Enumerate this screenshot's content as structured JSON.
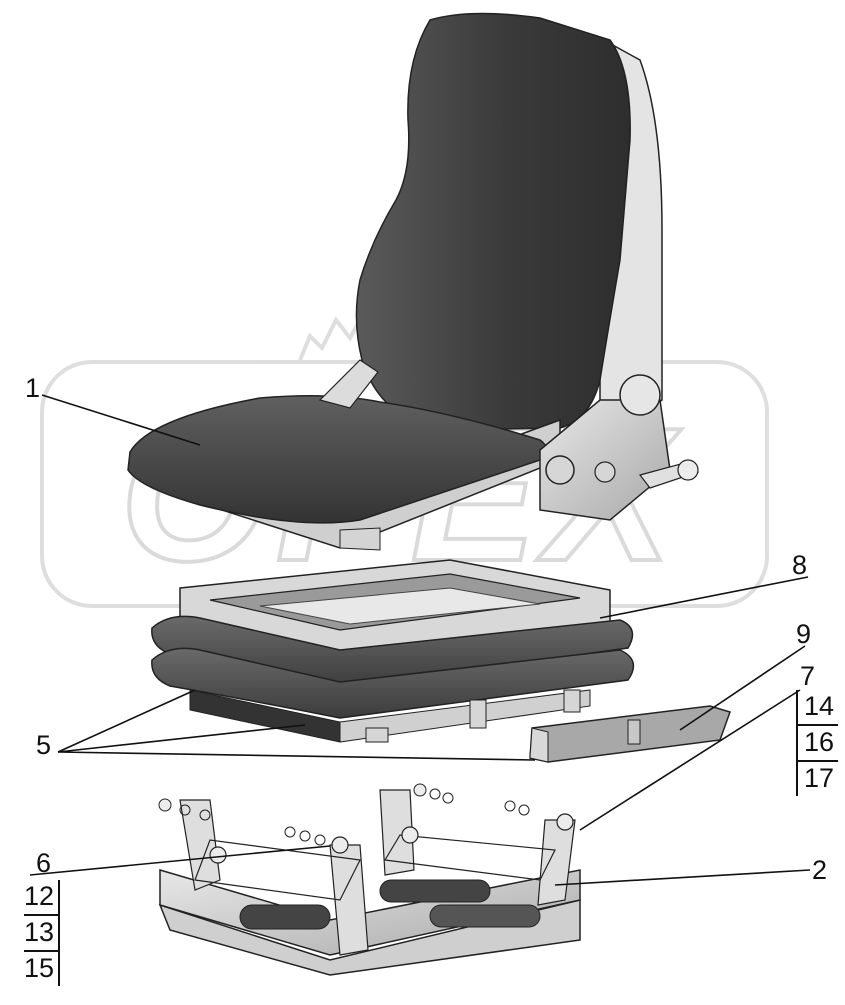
{
  "watermark": "OPEX",
  "callouts": {
    "seat": "1",
    "base_frame": "2",
    "bellows_fasteners": "5",
    "bolt_left": "6",
    "bolt_right": "7",
    "upper_frame": "8",
    "bracket": "9"
  },
  "stack_left": [
    "12",
    "13",
    "15"
  ],
  "stack_right": [
    "14",
    "16",
    "17"
  ],
  "colors": {
    "cushion": "#4a4a4a",
    "frame": "#d8d8d8",
    "line": "#111111",
    "watermark": "#bdbdbd"
  }
}
